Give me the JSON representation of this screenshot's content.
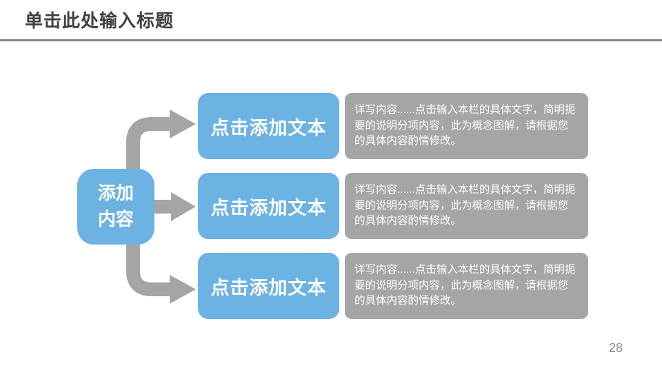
{
  "slide": {
    "title": "单击此处输入标题",
    "page_number": "28"
  },
  "hub": {
    "label": "添加\n内容"
  },
  "rows": [
    {
      "button_label": "点击添加文本",
      "description": "详写内容......点击输入本栏的具体文字，简明扼要的说明分项内容，此为概念图解，请根据您的具体内容酌情修改。"
    },
    {
      "button_label": "点击添加文本",
      "description": "详写内容......点击输入本栏的具体文字，简明扼要的说明分项内容，此为概念图解，请根据您的具体内容酌情修改。"
    },
    {
      "button_label": "点击添加文本",
      "description": "详写内容......点击输入本栏的具体文字，简明扼要的说明分项内容，此为概念图解，请根据您的具体内容酌情修改。"
    }
  ],
  "icons": {
    "flow_arrow_top": "elbow-arrow-up-right",
    "flow_arrow_middle": "arrow-right",
    "flow_arrow_bottom": "elbow-arrow-down-right"
  },
  "colors": {
    "accent_blue": "#6cb2e2",
    "box_gray": "#a5a5a5",
    "title_text": "#3f3f3f",
    "divider_gray": "#828282",
    "page_number_gray": "#8a8a8a",
    "background": "#ffffff"
  }
}
